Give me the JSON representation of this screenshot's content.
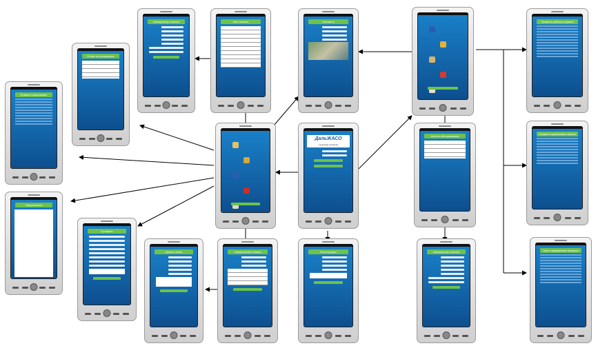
{
  "diagram": {
    "app_brand": "ДальЖАСО",
    "app_brand_sub": "страховая компания",
    "screens": [
      {
        "id": "help",
        "header": "Прямое страхование"
      },
      {
        "id": "policy-sim",
        "header": "Полис на розыгрыше"
      },
      {
        "id": "calc-1",
        "header": "Калькулятор полиса"
      },
      {
        "id": "my-policies",
        "header": "Мои полисы"
      },
      {
        "id": "contacts",
        "header": "Контакты"
      },
      {
        "id": "main-menu-2",
        "header": ""
      },
      {
        "id": "rules",
        "header": "Правила работы сервиса"
      },
      {
        "id": "notices",
        "header": "Уведомления"
      },
      {
        "id": "main-menu",
        "header": ""
      },
      {
        "id": "login",
        "header": ""
      },
      {
        "id": "faq",
        "header": "Прямое страхование полиса"
      },
      {
        "id": "agents",
        "header": "Агенты обслуживания"
      },
      {
        "id": "profile",
        "header": "Профиль"
      },
      {
        "id": "calc-2",
        "header": "Купить полис"
      },
      {
        "id": "pay-calc",
        "header": "Оформление полиса"
      },
      {
        "id": "register",
        "header": "Регистрация"
      },
      {
        "id": "calc-3",
        "header": "Калькулятор полиса"
      },
      {
        "id": "questions",
        "header": "Часто задаваемые вопросы"
      }
    ],
    "colors": {
      "screen_top": "#1a80c8",
      "screen_bottom": "#0d4f8f",
      "header": "#6cc24a",
      "arrow": "#000000"
    }
  }
}
